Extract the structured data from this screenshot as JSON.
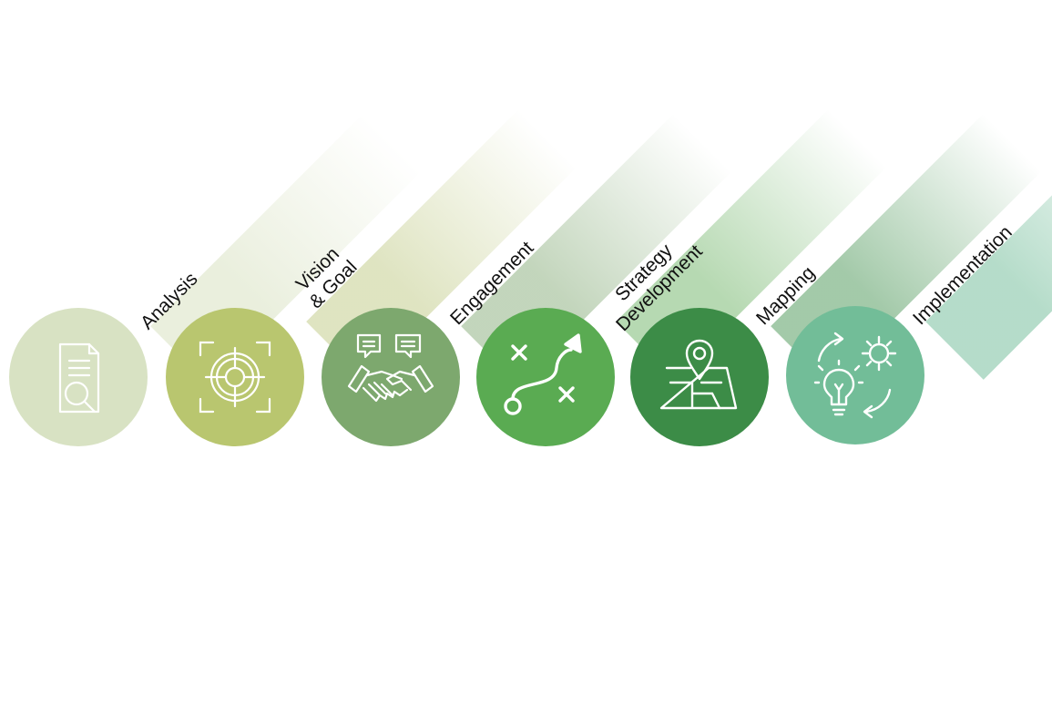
{
  "steps": [
    {
      "label_lines": [
        "Analysis"
      ],
      "icon": "document-search-icon",
      "color": "#d8e2c3"
    },
    {
      "label_lines": [
        "Vision",
        "& Goal"
      ],
      "icon": "target-icon",
      "color": "#b9c66f"
    },
    {
      "label_lines": [
        "Engagement"
      ],
      "icon": "handshake-icon",
      "color": "#7da86e"
    },
    {
      "label_lines": [
        "Strategy",
        "Development"
      ],
      "icon": "strategy-path-icon",
      "color": "#5aab52"
    },
    {
      "label_lines": [
        "Mapping"
      ],
      "icon": "map-pin-icon",
      "color": "#3c8c47"
    },
    {
      "label_lines": [
        "Implementation"
      ],
      "icon": "idea-gear-cycle-icon",
      "color": "#72bd98"
    }
  ]
}
